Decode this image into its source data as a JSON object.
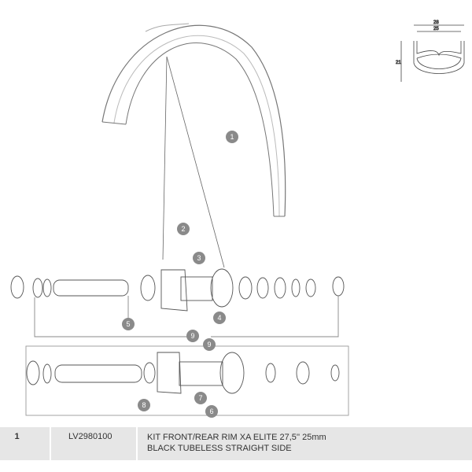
{
  "profile": {
    "width_outer": "28",
    "width_inner": "25",
    "height": "21"
  },
  "callouts": [
    "1",
    "2",
    "3",
    "4",
    "5",
    "9",
    "9",
    "7",
    "8",
    "6"
  ],
  "table": {
    "rows": [
      {
        "number": "1",
        "code": "LV2980100",
        "description_line1": "KIT FRONT/REAR RIM XA ELITE 27,5'' 25mm",
        "description_line2": "BLACK TUBELESS STRAIGHT SIDE"
      }
    ]
  }
}
